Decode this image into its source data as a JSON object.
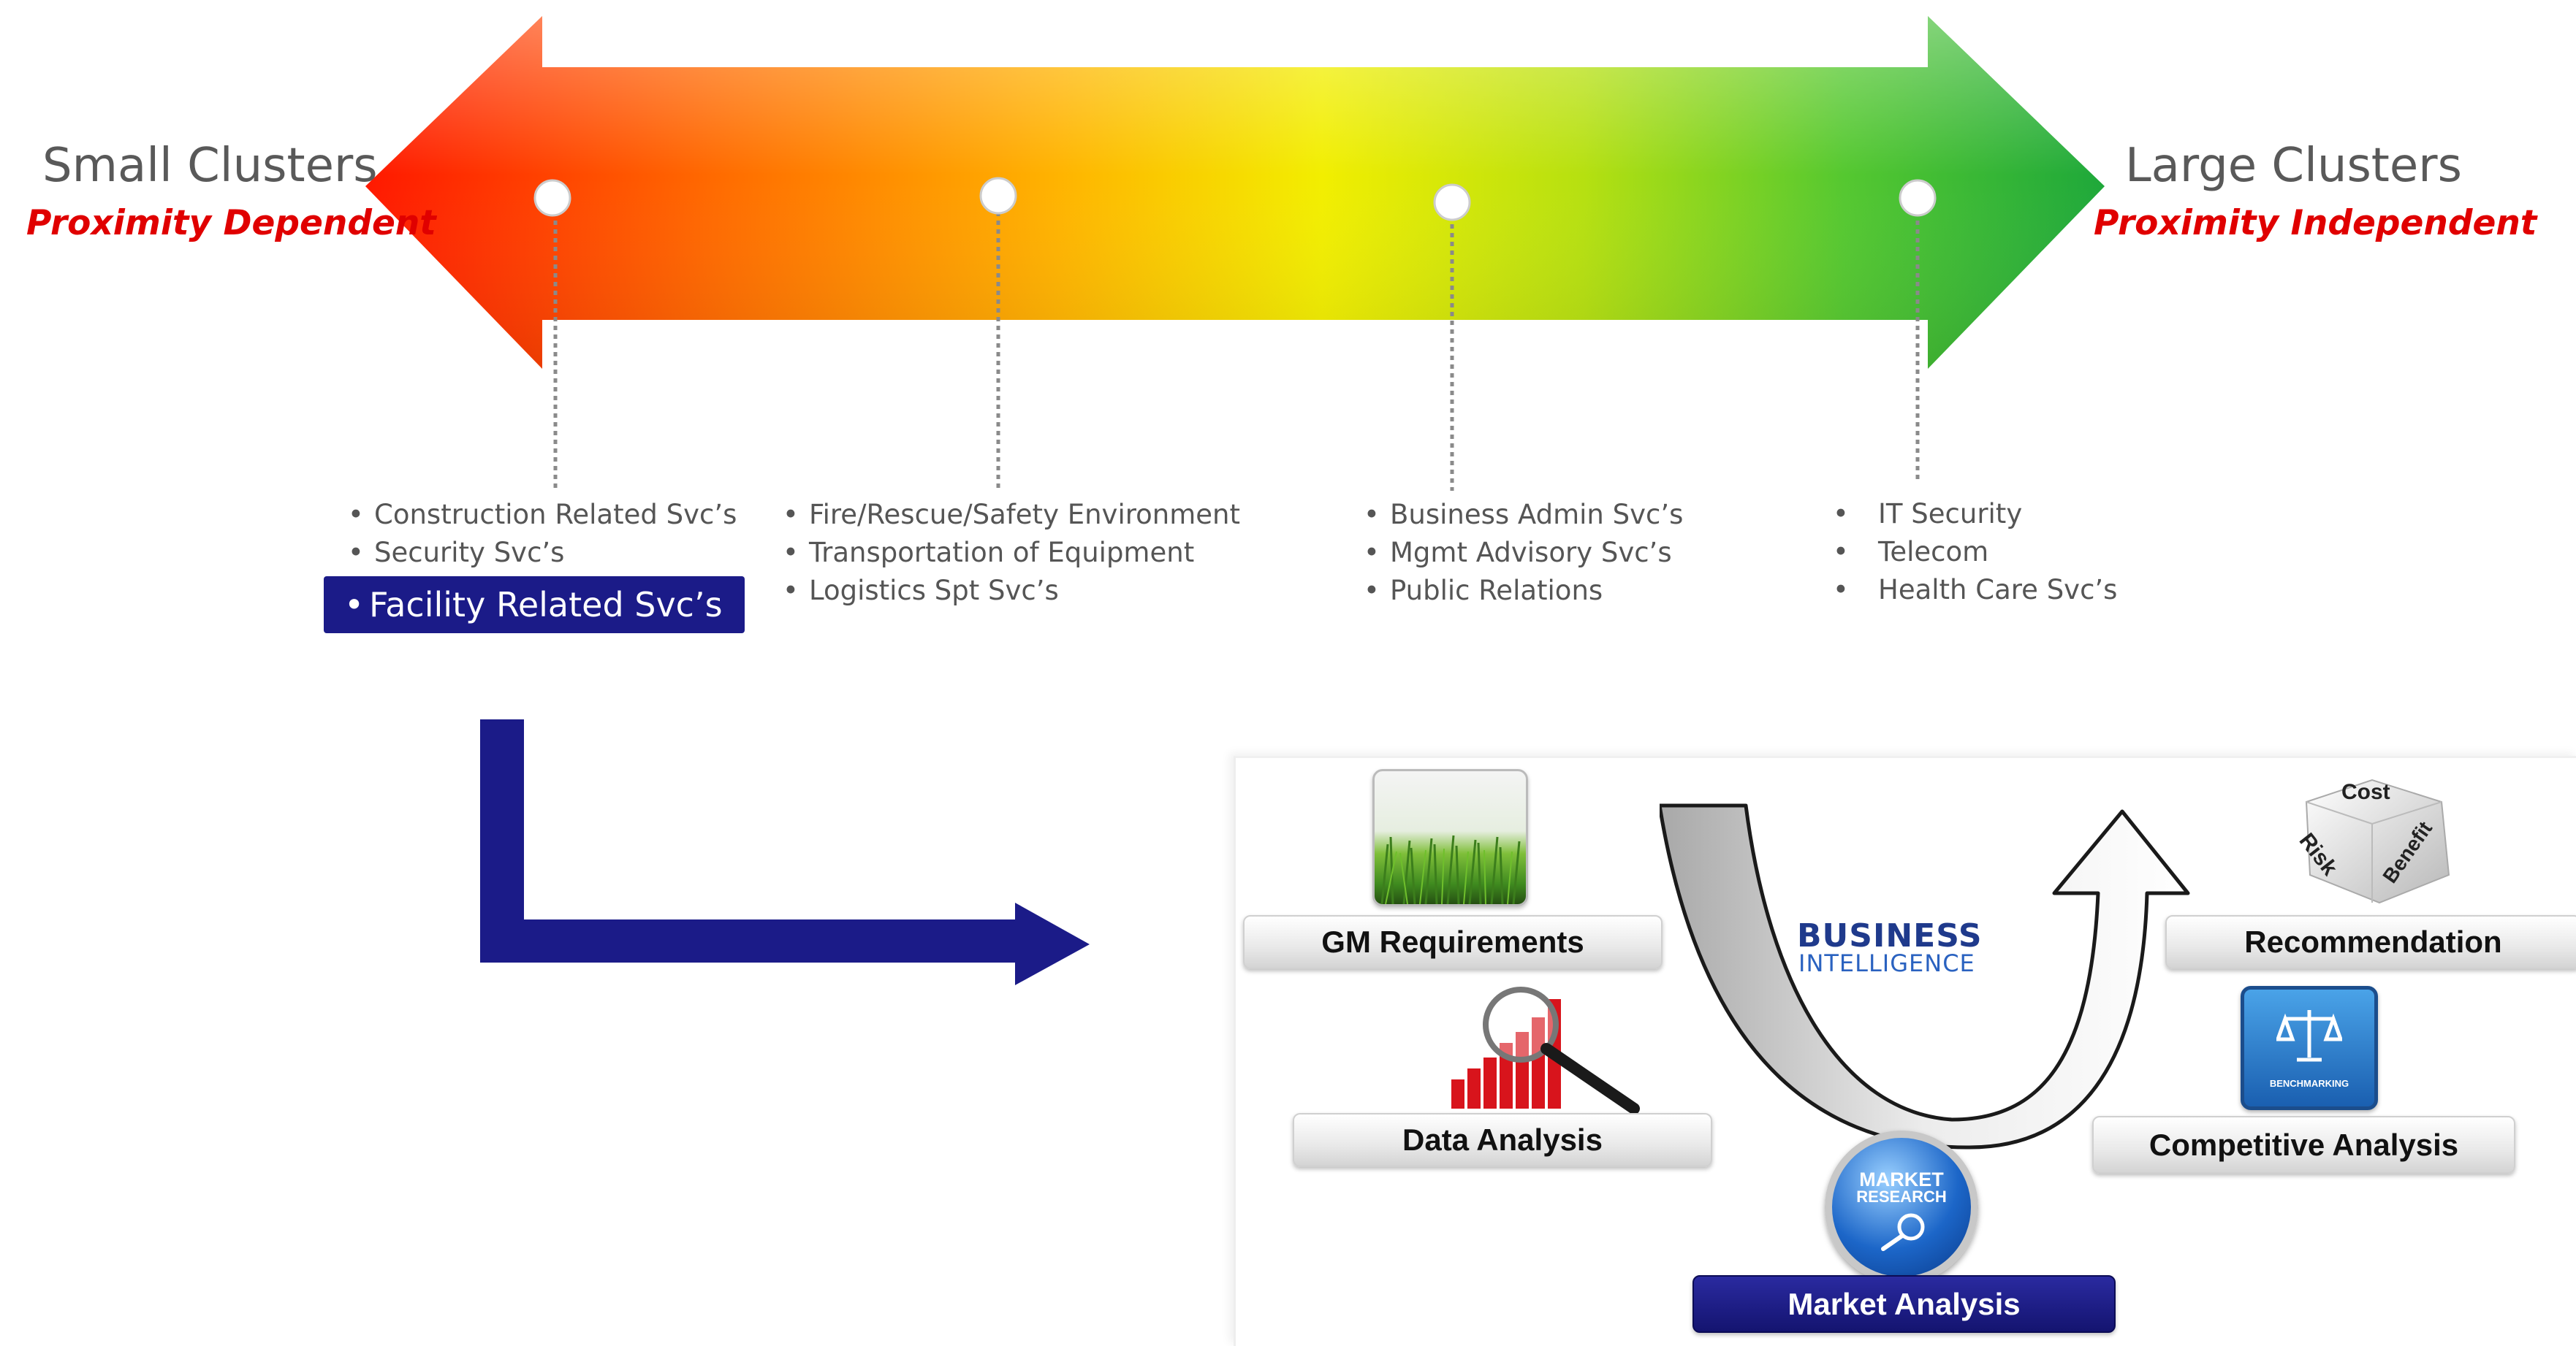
{
  "spectrum": {
    "left_title": "Small Clusters",
    "left_subtitle": "Proximity Dependent",
    "right_title": "Large Clusters",
    "right_subtitle": "Proximity Independent",
    "colors": {
      "red": "#ff1a00",
      "orange": "#ff9a00",
      "yellow": "#f3f000",
      "green": "#22aa33"
    }
  },
  "groups": [
    {
      "items": [
        "Construction Related Svc’s",
        "Security Svc’s"
      ],
      "highlight": "Facility Related Svc’s"
    },
    {
      "items": [
        "Fire/Rescue/Safety Environment",
        "Transportation of Equipment",
        "Logistics Spt Svc’s"
      ]
    },
    {
      "items": [
        "Business Admin Svc’s",
        "Mgmt Advisory Svc’s",
        "Public Relations"
      ]
    },
    {
      "items": [
        "IT Security",
        "Telecom",
        "Health Care Svc’s"
      ]
    }
  ],
  "bi_panel": {
    "gm_requirements": "GM Requirements",
    "data_analysis": "Data Analysis",
    "market_analysis": "Market Analysis",
    "competitive_analysis": "Competitive Analysis",
    "recommendation": "Recommendation",
    "bi_title_1": "BUSINESS",
    "bi_title_2": "INTELLIGENCE",
    "market_research_1": "MARKET",
    "market_research_2": "RESEARCH",
    "benchmarking": "BENCHMARKING",
    "dice_cost": "Cost",
    "dice_risk": "Risk",
    "dice_benefit": "Benefit",
    "arrow_color": "#1b1b88"
  },
  "bullet": "•"
}
